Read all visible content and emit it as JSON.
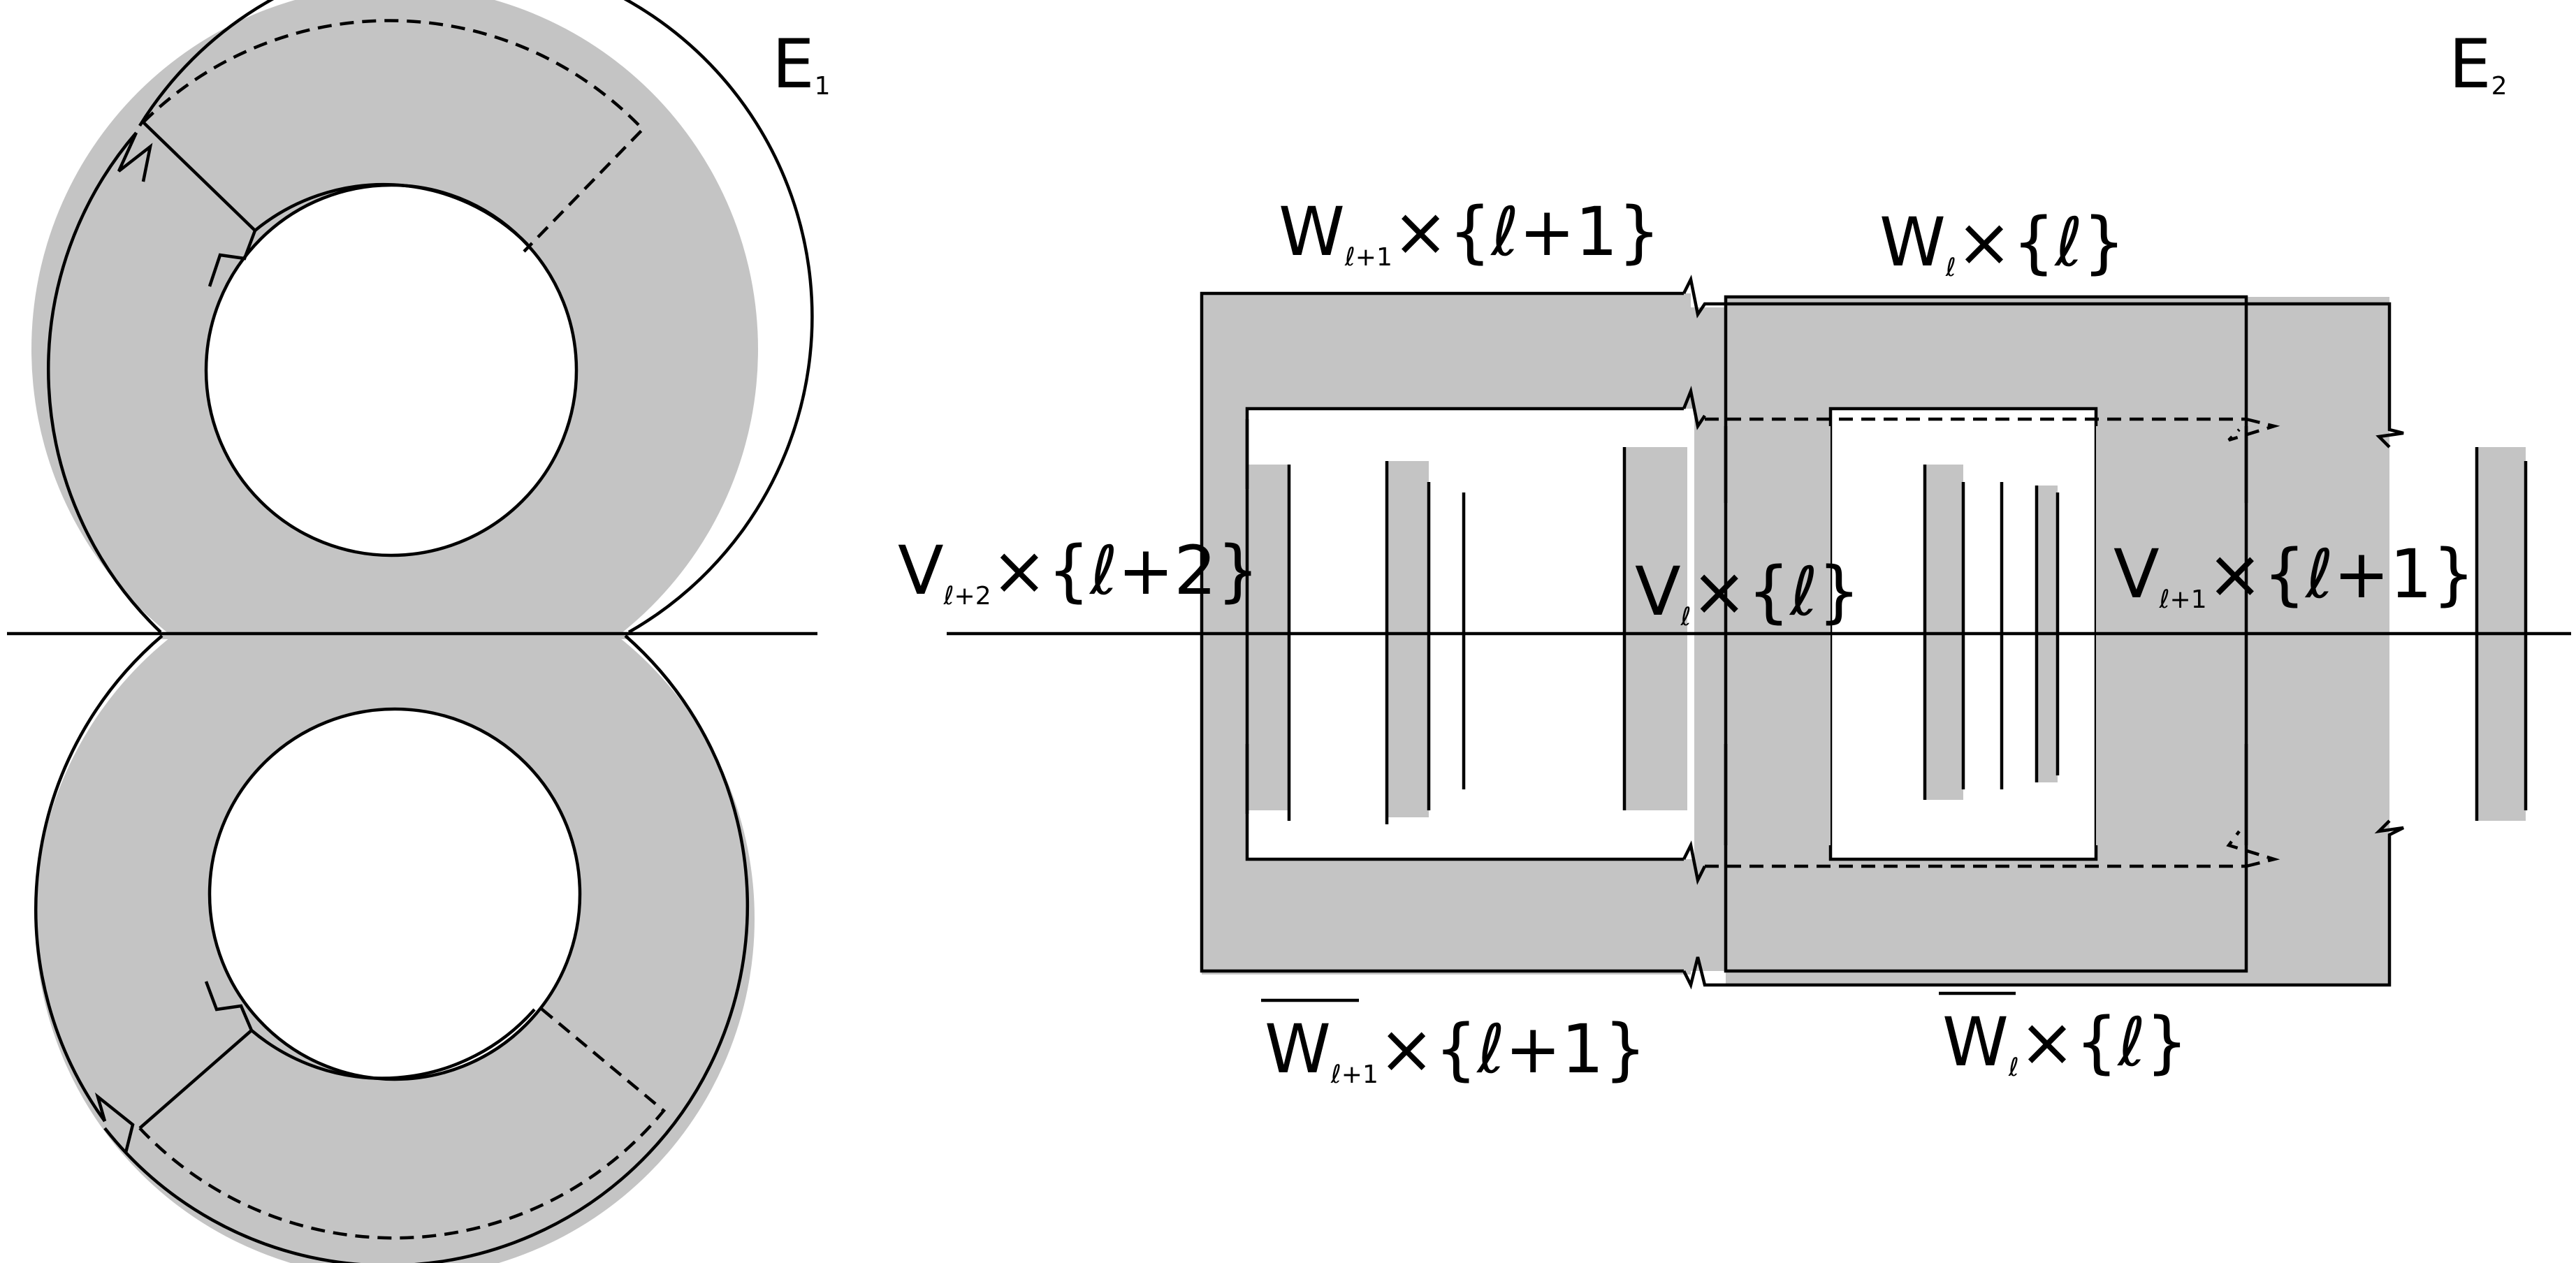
{
  "figure": {
    "left_panel": {
      "title_main": "E",
      "title_accent": "˘",
      "title_sub": "1"
    },
    "right_panel": {
      "title_main": "E",
      "title_accent": "˘",
      "title_sub": "2",
      "labels": {
        "w_next_top": {
          "main": "W",
          "sub": "ℓ+1",
          "rest": "×{ℓ+1}"
        },
        "w_top": {
          "main": "W",
          "sub": "ℓ",
          "rest": "×{ℓ}"
        },
        "w_next_bottom": {
          "main": "W",
          "sub": "ℓ+1",
          "rest": "×{ℓ+1}"
        },
        "w_bottom": {
          "main": "W",
          "sub": "ℓ",
          "rest": "×{ℓ}"
        },
        "v_next2": {
          "main": "V",
          "sub": "ℓ+2",
          "rest": "×{ℓ+2}"
        },
        "v_l": {
          "main": "V",
          "sub": "ℓ",
          "rest": "×{ℓ}"
        },
        "v_next": {
          "main": "V",
          "sub": "ℓ+1",
          "rest": "×{ℓ+1}"
        }
      }
    },
    "colors": {
      "shade": "#c4c4c4",
      "line": "#000000",
      "background": "#ffffff"
    }
  }
}
